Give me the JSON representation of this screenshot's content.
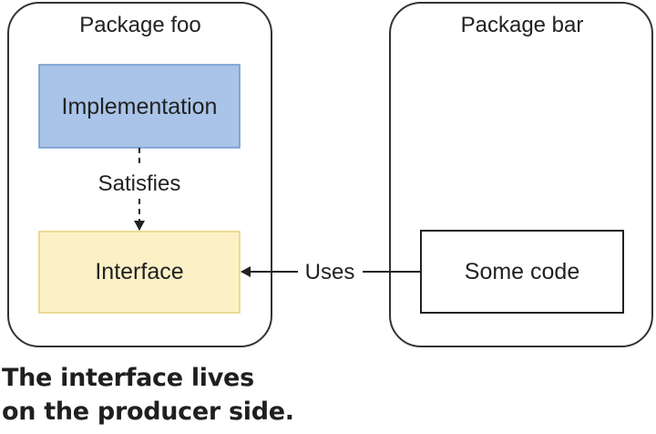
{
  "packages": {
    "foo": {
      "title": "Package foo",
      "implementation": {
        "label": "Implementation",
        "fill": "#a9c4e8",
        "stroke": "#6d95cd"
      },
      "interface": {
        "label": "Interface",
        "fill": "#fcf1c6",
        "stroke": "#e6cf78"
      }
    },
    "bar": {
      "title": "Package bar",
      "code": {
        "label": "Some code"
      }
    }
  },
  "edges": {
    "satisfies": {
      "label": "Satisfies",
      "style": "dashed"
    },
    "uses": {
      "label": "Uses",
      "style": "solid"
    }
  },
  "caption": {
    "line1": "The interface lives",
    "line2": "on the producer side."
  }
}
